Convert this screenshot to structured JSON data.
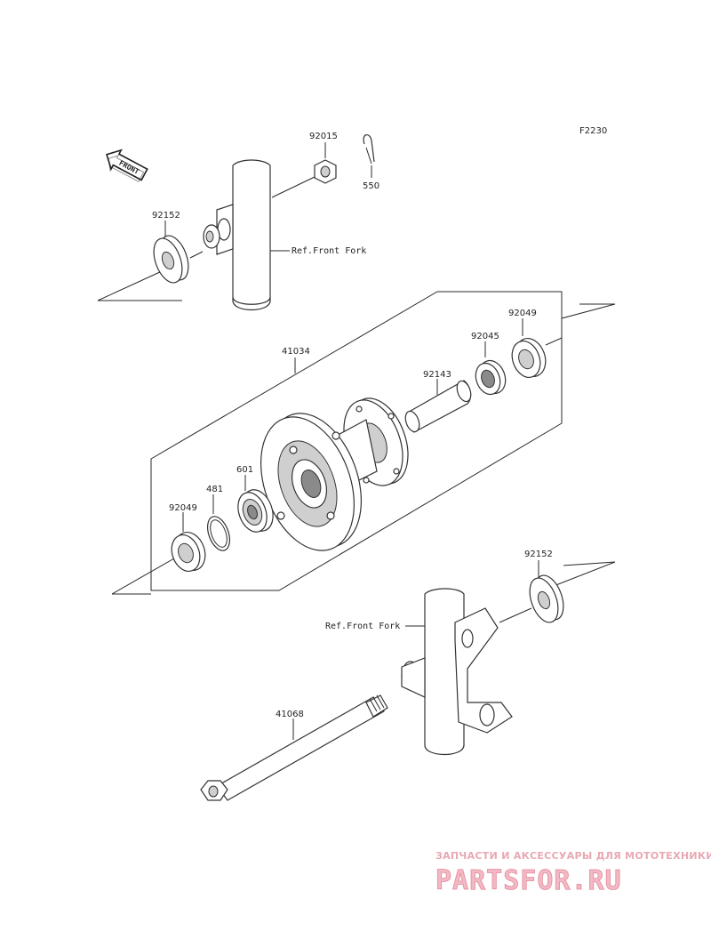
{
  "figure_code": "F2230",
  "front_badge": "FRONT",
  "watermark": {
    "tagline": "ЗАПЧАСТИ И АКСЕССУАРЫ ДЛЯ МОТОТЕХНИКИ",
    "brand": "PARTSFOR.RU"
  },
  "refs": {
    "front_fork_upper": "Ref.Front Fork",
    "front_fork_lower": "Ref.Front Fork"
  },
  "parts": {
    "p92015": "92015",
    "p550": "550",
    "p92152_upper": "92152",
    "p41034": "41034",
    "p92049_right": "92049",
    "p92045": "92045",
    "p92143": "92143",
    "p601": "601",
    "p481": "481",
    "p92049_left": "92049",
    "p92152_lower": "92152",
    "p41068": "41068"
  }
}
